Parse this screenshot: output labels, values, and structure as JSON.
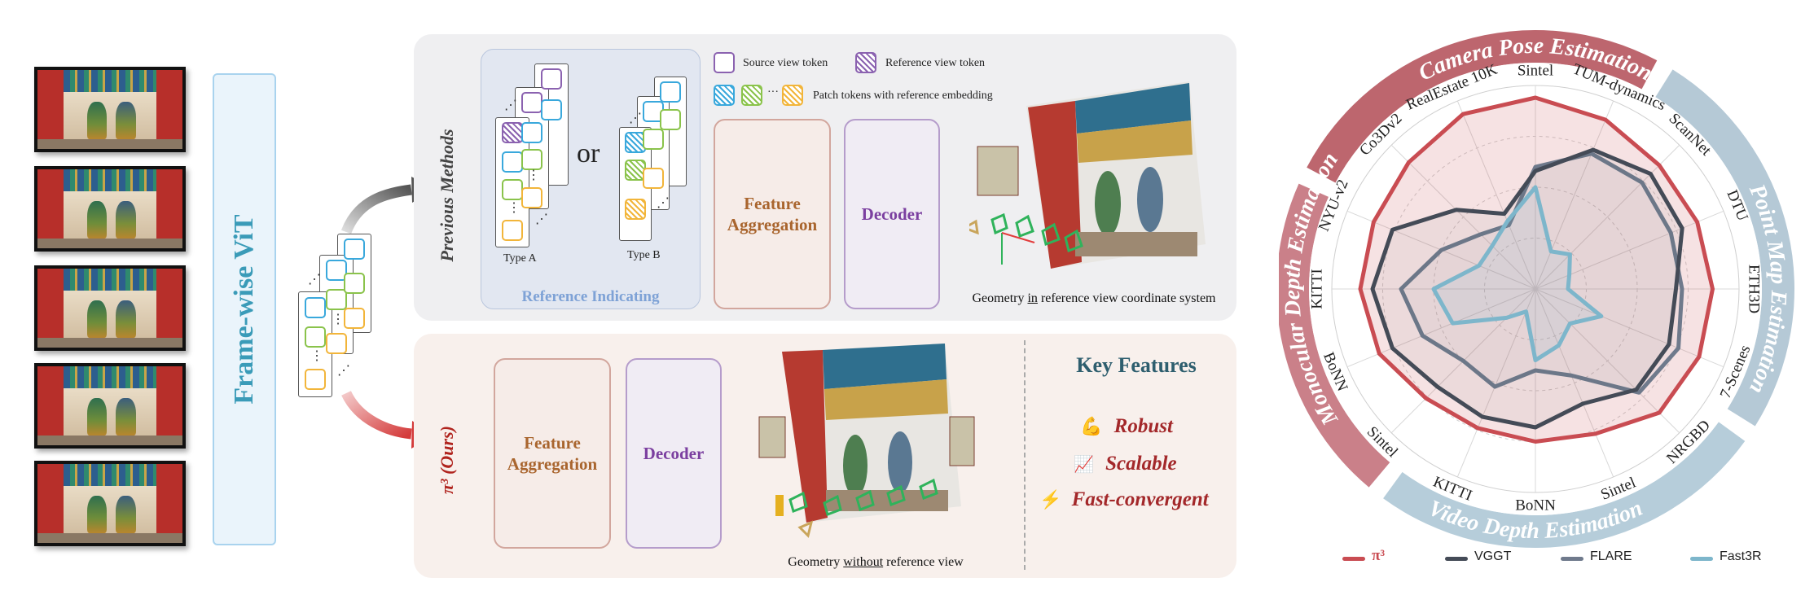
{
  "frame_vit": {
    "label": "Frame-wise ViT"
  },
  "previous": {
    "side_label": "Previous Methods",
    "ref_indicating": "Reference Indicating",
    "type_a": "Type A",
    "or": "or",
    "type_b": "Type B",
    "legend_source": "Source view token",
    "legend_reference": "Reference view token",
    "legend_patch": "Patch tokens with reference embedding",
    "legend_patch_dots": "···",
    "feature_aggregation": "Feature Aggregation",
    "decoder": "Decoder",
    "caption_pre": "Geometry ",
    "caption_emph": "in",
    "caption_post": " reference view coordinate system"
  },
  "ours": {
    "side_label": "π³ (Ours)",
    "feature_aggregation": "Feature Aggregation",
    "decoder": "Decoder",
    "caption_pre": "Geometry ",
    "caption_emph": "without",
    "caption_post": " reference view",
    "key_features_title": "Key Features",
    "features": [
      {
        "icon": "💪",
        "label": "Robust"
      },
      {
        "icon": "📈",
        "label": "Scalable"
      },
      {
        "icon": "⚡",
        "label": "Fast-convergent"
      }
    ]
  },
  "radar": {
    "ring_sections": [
      "Camera Pose Estimation",
      "Point Map Estimation",
      "Video Depth Estimation",
      "Monocular Depth Estimation"
    ],
    "ring_colors": [
      "#b24b55",
      "#a8c0cf",
      "#a9c4d4",
      "#c16a74"
    ],
    "colors": {
      "pi3": "#c94c52",
      "vggt": "#444b57",
      "flare": "#6f7a8c",
      "fast3r": "#7db6cb"
    }
  },
  "chart_data": {
    "type": "radar",
    "categories": [
      "Sintel",
      "TUM-dynamics",
      "ScanNet",
      "DTU",
      "ETH3D",
      "7-Scenes",
      "NRGBD",
      "Sintel",
      "BoNN",
      "KITTI",
      "Sintel",
      "BoNN",
      "KITTI",
      "NYU-v2",
      "Co3Dv2",
      "RealEstate 10K"
    ],
    "category_groups": [
      "Camera Pose Estimation",
      "Camera Pose Estimation",
      "Camera Pose Estimation",
      "Point Map Estimation",
      "Point Map Estimation",
      "Point Map Estimation",
      "Point Map Estimation",
      "Video Depth Estimation",
      "Video Depth Estimation",
      "Video Depth Estimation",
      "Monocular Depth Estimation",
      "Monocular Depth Estimation",
      "Monocular Depth Estimation",
      "Monocular Depth Estimation",
      "Camera Pose Estimation",
      "Camera Pose Estimation"
    ],
    "rlim": [
      0,
      1
    ],
    "series": [
      {
        "name": "π³",
        "values": [
          0.94,
          0.9,
          0.86,
          0.86,
          0.87,
          0.87,
          0.86,
          0.77,
          0.75,
          0.74,
          0.76,
          0.83,
          0.86,
          0.86,
          0.88,
          0.93
        ]
      },
      {
        "name": "VGGT",
        "values": [
          0.58,
          0.74,
          0.8,
          0.78,
          0.69,
          0.71,
          0.7,
          0.61,
          0.68,
          0.68,
          0.68,
          0.76,
          0.8,
          0.76,
          0.55,
          0.4
        ]
      },
      {
        "name": "FLARE",
        "values": [
          0.6,
          0.72,
          0.74,
          0.72,
          0.72,
          0.76,
          0.72,
          0.46,
          0.4,
          0.52,
          0.5,
          0.6,
          0.66,
          0.5,
          0.38,
          0.34
        ]
      },
      {
        "name": "Fast3R",
        "values": [
          0.5,
          0.2,
          0.24,
          0.18,
          0.16,
          0.35,
          0.24,
          0.3,
          0.35,
          0.12,
          0.2,
          0.44,
          0.5,
          0.3,
          0.3,
          0.36
        ]
      }
    ]
  }
}
